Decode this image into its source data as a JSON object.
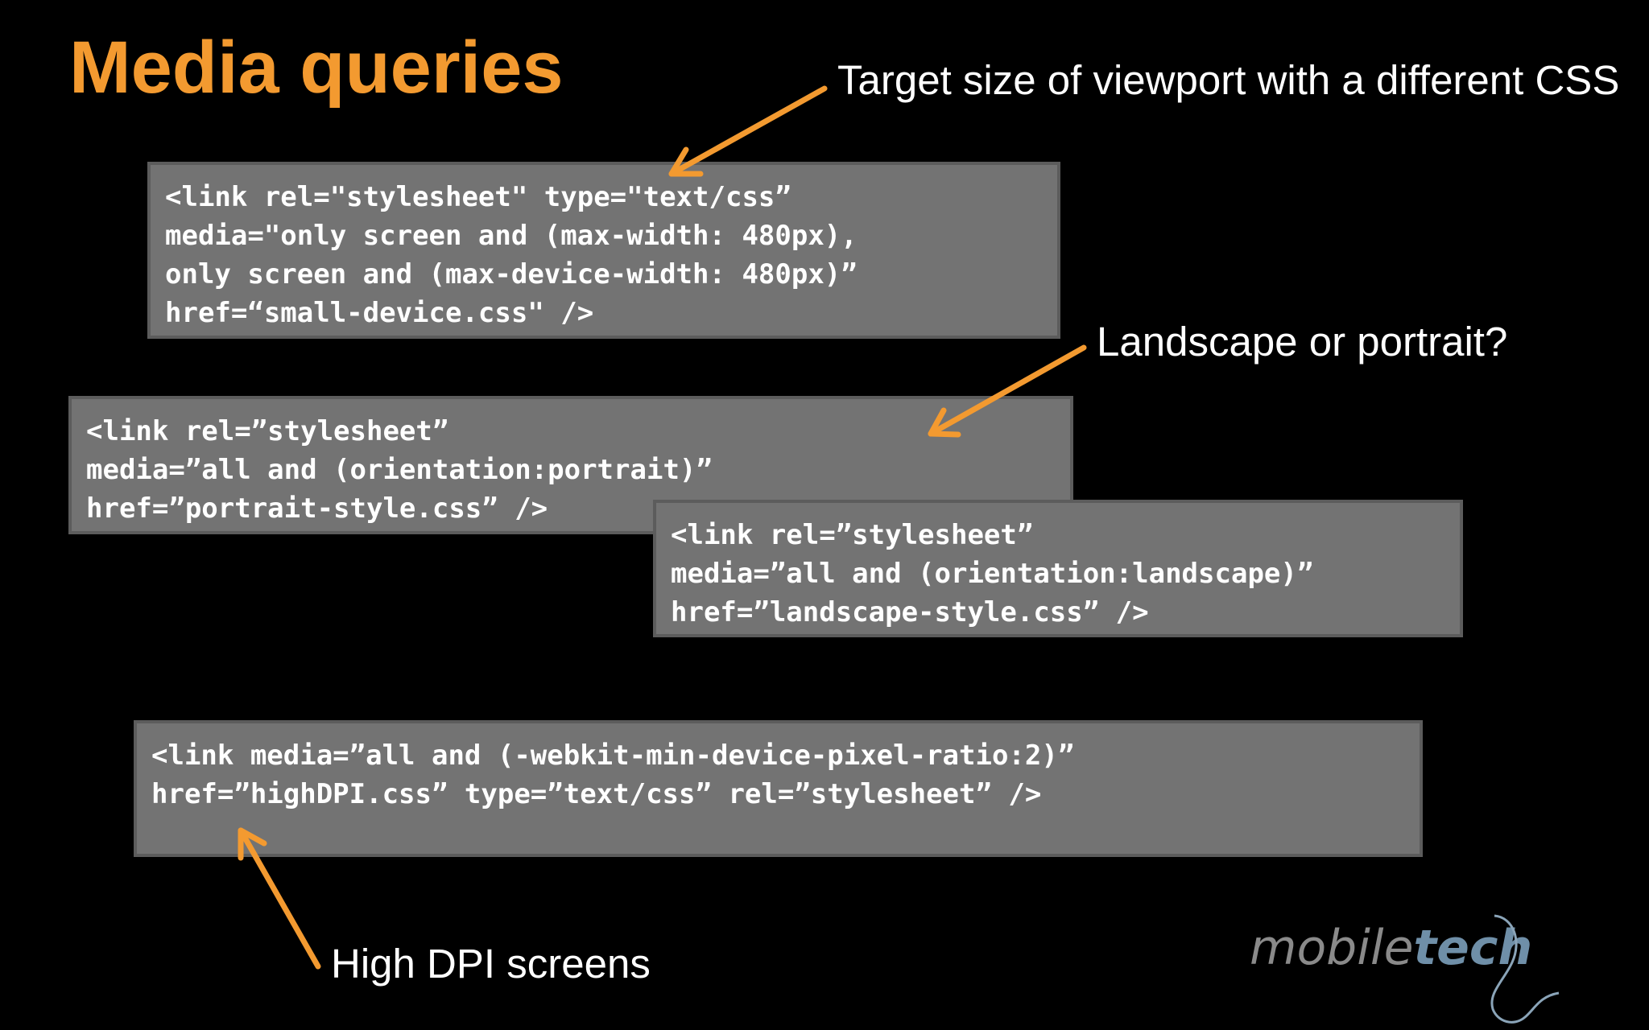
{
  "slide": {
    "title": "Media queries",
    "annotations": {
      "target_size": "Target size of viewport with a different CSS",
      "orientation": "Landscape or portrait?",
      "high_dpi": "High DPI screens"
    },
    "code_blocks": [
      {
        "lines": [
          "<link rel=\"stylesheet\" type=\"text/css”",
          "media=\"only screen and (max-width: 480px),",
          "only screen and (max-device-width: 480px)”",
          "href=“small-device.css\" />"
        ]
      },
      {
        "lines": [
          "<link rel=”stylesheet”",
          "media=”all and (orientation:portrait)”",
          "href=”portrait-style.css” />"
        ]
      },
      {
        "lines": [
          "<link rel=”stylesheet”",
          "media=”all and (orientation:landscape)”",
          "href=”landscape-style.css” />"
        ]
      },
      {
        "lines": [
          "<link media=”all and (-webkit-min-device-pixel-ratio:2)”",
          "href=”highDPI.css” type=”text/css” rel=”stylesheet” />"
        ]
      }
    ],
    "logo": {
      "word_part1": "mobile",
      "word_part2": "tech"
    },
    "colors": {
      "background": "#000000",
      "title": "#f39a30",
      "arrow": "#f39a30",
      "code_box": "#737373",
      "code_text": "#ffffff"
    }
  }
}
